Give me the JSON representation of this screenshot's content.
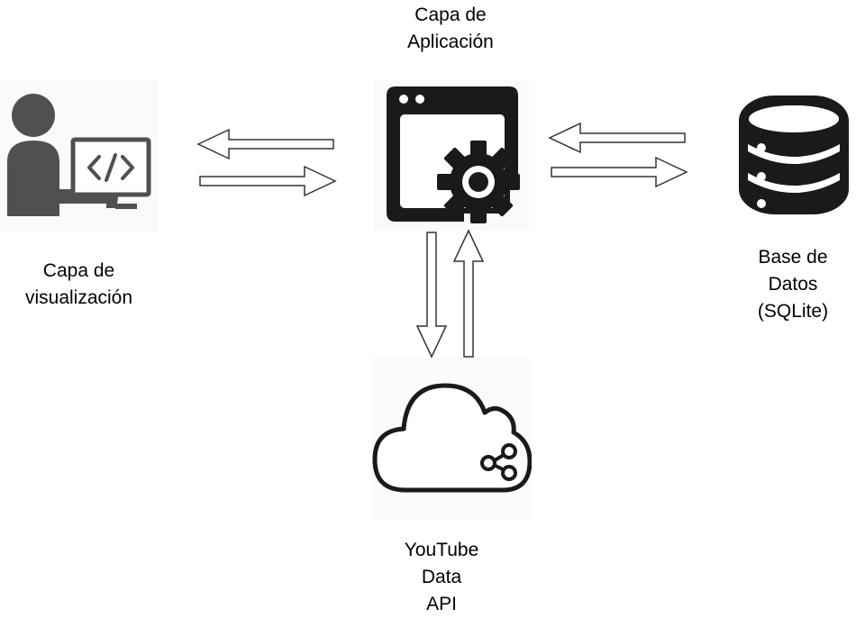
{
  "diagram": {
    "nodes": {
      "app": {
        "label_lines": [
          "Capa de",
          "Aplicación"
        ],
        "icon": "app-window-gear-icon"
      },
      "viz": {
        "label_lines": [
          "Capa de",
          "visualización"
        ],
        "icon": "developer-at-computer-icon"
      },
      "db": {
        "label_lines": [
          "Base de",
          "Datos",
          "(SQLite)"
        ],
        "icon": "database-icon"
      },
      "api": {
        "label_lines": [
          "YouTube",
          "Data",
          "API"
        ],
        "icon": "cloud-share-icon"
      }
    },
    "edges": [
      {
        "from": "app",
        "to": "viz"
      },
      {
        "from": "viz",
        "to": "app"
      },
      {
        "from": "db",
        "to": "app"
      },
      {
        "from": "app",
        "to": "db"
      },
      {
        "from": "app",
        "to": "api"
      },
      {
        "from": "api",
        "to": "app"
      }
    ],
    "colors": {
      "icon_dark": "#1a1a1a",
      "icon_grey": "#505050",
      "arrow_stroke": "#333333",
      "arrow_fill": "#ffffff"
    }
  }
}
